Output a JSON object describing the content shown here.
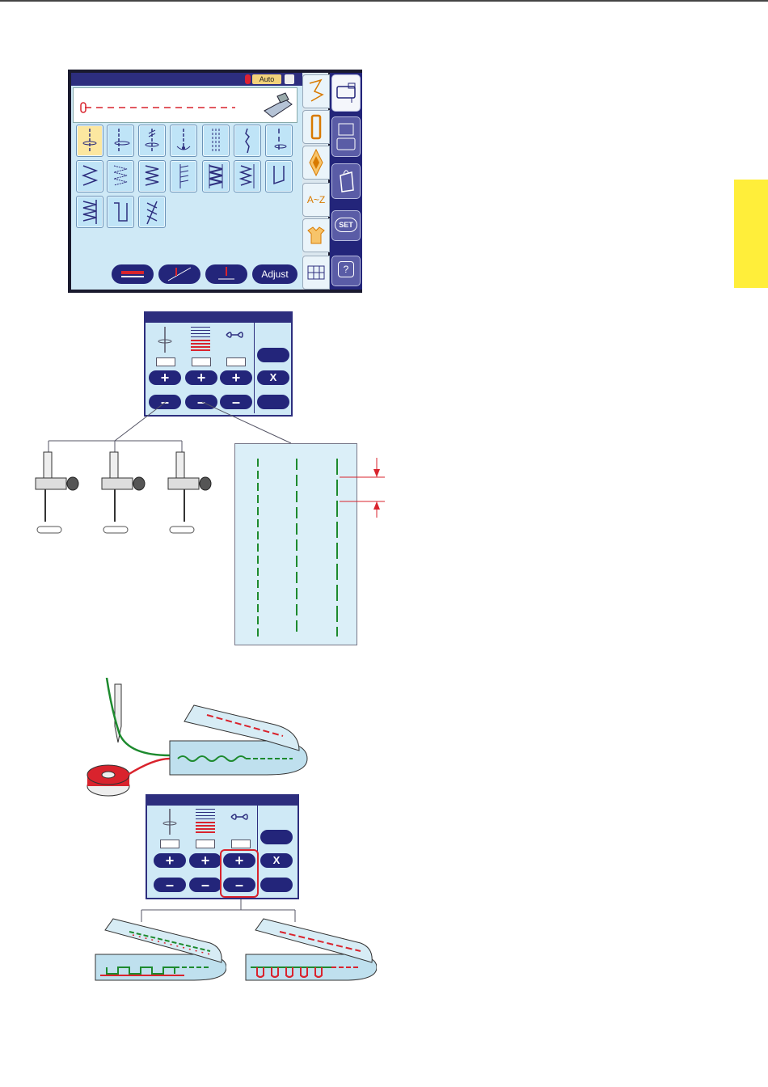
{
  "screen": {
    "auto_badge": "Auto",
    "adjust_label": "Adjust",
    "set_label": "SET",
    "help_label": "?",
    "az_label": "A~Z"
  },
  "panel_top": {
    "cancel_label": "X",
    "plus_label": "+",
    "minus_label": "–"
  },
  "panel_bottom": {
    "cancel_label": "X",
    "plus_label": "+",
    "minus_label": "–"
  },
  "colors": {
    "navy": "#23257a",
    "screen_bg": "#cfe9f6",
    "highlight": "#fce7a0",
    "yellow_tab": "#ffee3a",
    "needle_thread": "#1d8a2e",
    "bobbin_thread": "#d9232d"
  },
  "icons": {
    "stitch_rows": 3,
    "needle_positions": [
      "left",
      "center",
      "right"
    ]
  }
}
